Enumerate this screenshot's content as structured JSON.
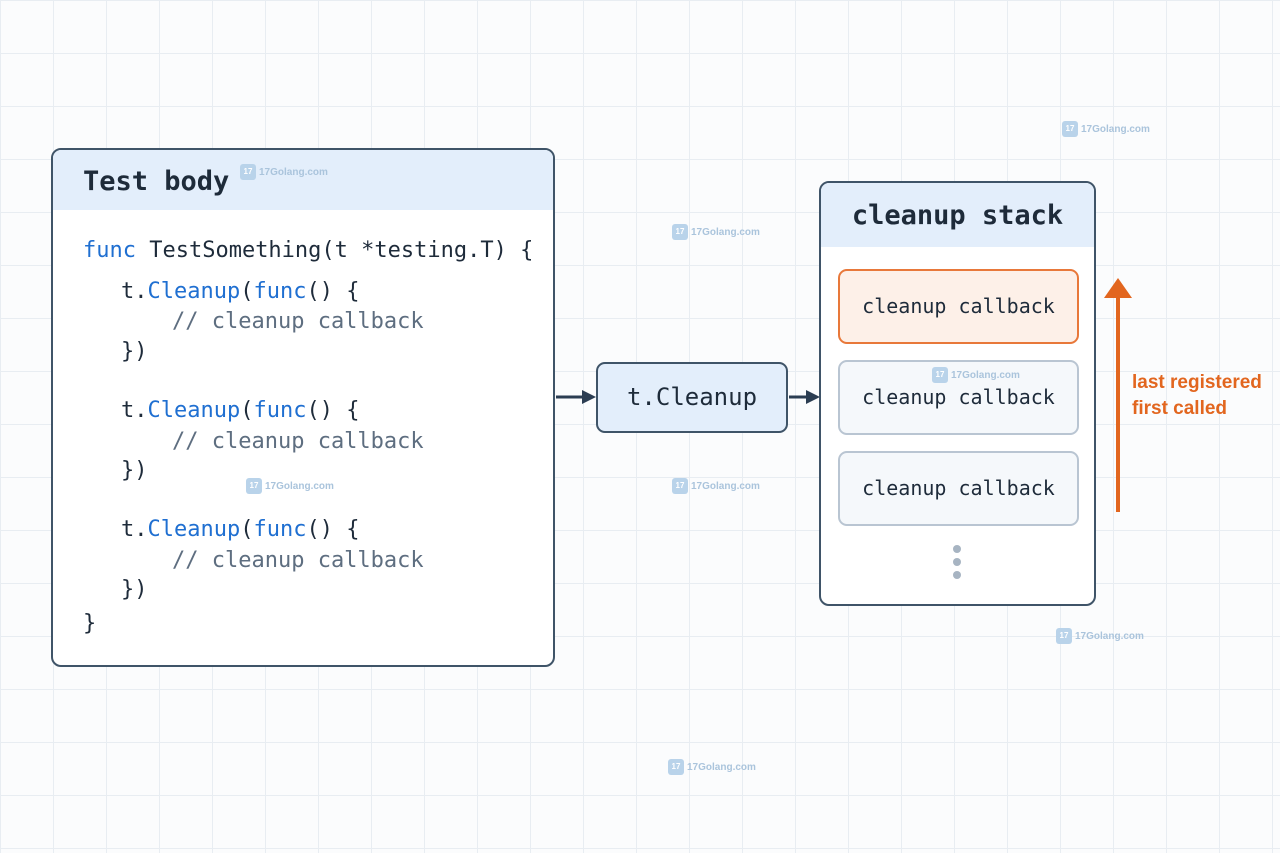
{
  "test_body": {
    "title": "Test body",
    "code": {
      "func_kw": "func",
      "signature": " TestSomething(t *testing.T) {",
      "blocks": [
        {
          "recv": "t.",
          "method": "Cleanup",
          "paren": "(",
          "func_kw": "func",
          "rest": "() {",
          "comment": "// cleanup callback",
          "close": "})"
        },
        {
          "recv": "t.",
          "method": "Cleanup",
          "paren": "(",
          "func_kw": "func",
          "rest": "() {",
          "comment": "// cleanup callback",
          "close": "})"
        },
        {
          "recv": "t.",
          "method": "Cleanup",
          "paren": "(",
          "func_kw": "func",
          "rest": "() {",
          "comment": "// cleanup callback",
          "close": "})"
        }
      ],
      "closing_brace": "}"
    }
  },
  "t_cleanup": {
    "label": "t.Cleanup"
  },
  "cleanup_stack": {
    "title": "cleanup stack",
    "items": [
      {
        "label": "cleanup callback"
      },
      {
        "label": "cleanup callback"
      },
      {
        "label": "cleanup callback"
      }
    ]
  },
  "annotation": {
    "line1": "last registered",
    "line2": "first called"
  },
  "watermark": {
    "text": "17Golang.com",
    "icon": "17"
  },
  "colors": {
    "accent": "#e2661f",
    "keyword": "#1f6fd1",
    "panel_header": "#e3eefb",
    "border": "#3f5468"
  }
}
